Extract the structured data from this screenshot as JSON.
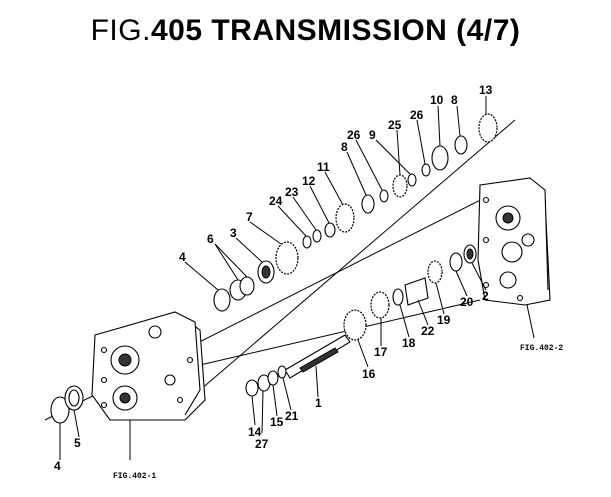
{
  "figure": {
    "title_prefix": "FIG.",
    "title_main": "405 TRANSMISSION (4/7)"
  },
  "callouts": {
    "c2": "2",
    "c3": "3",
    "c4_top": "4",
    "c4_bottom": "4",
    "c5": "5",
    "c6": "6",
    "c7": "7",
    "c8_top": "8",
    "c8_mid": "8",
    "c9": "9",
    "c10": "10",
    "c11": "11",
    "c12": "12",
    "c13": "13",
    "c14": "14",
    "c15": "15",
    "c16": "16",
    "c17": "17",
    "c18": "18",
    "c19": "19",
    "c20": "20",
    "c21": "21",
    "c22": "22",
    "c23": "23",
    "c24": "24",
    "c25": "25",
    "c26_left": "26",
    "c26_right": "26",
    "c27": "27",
    "c1": "1"
  },
  "figure_refs": {
    "case_front": "FIG.402-1",
    "case_rear": "FIG.402-2"
  }
}
